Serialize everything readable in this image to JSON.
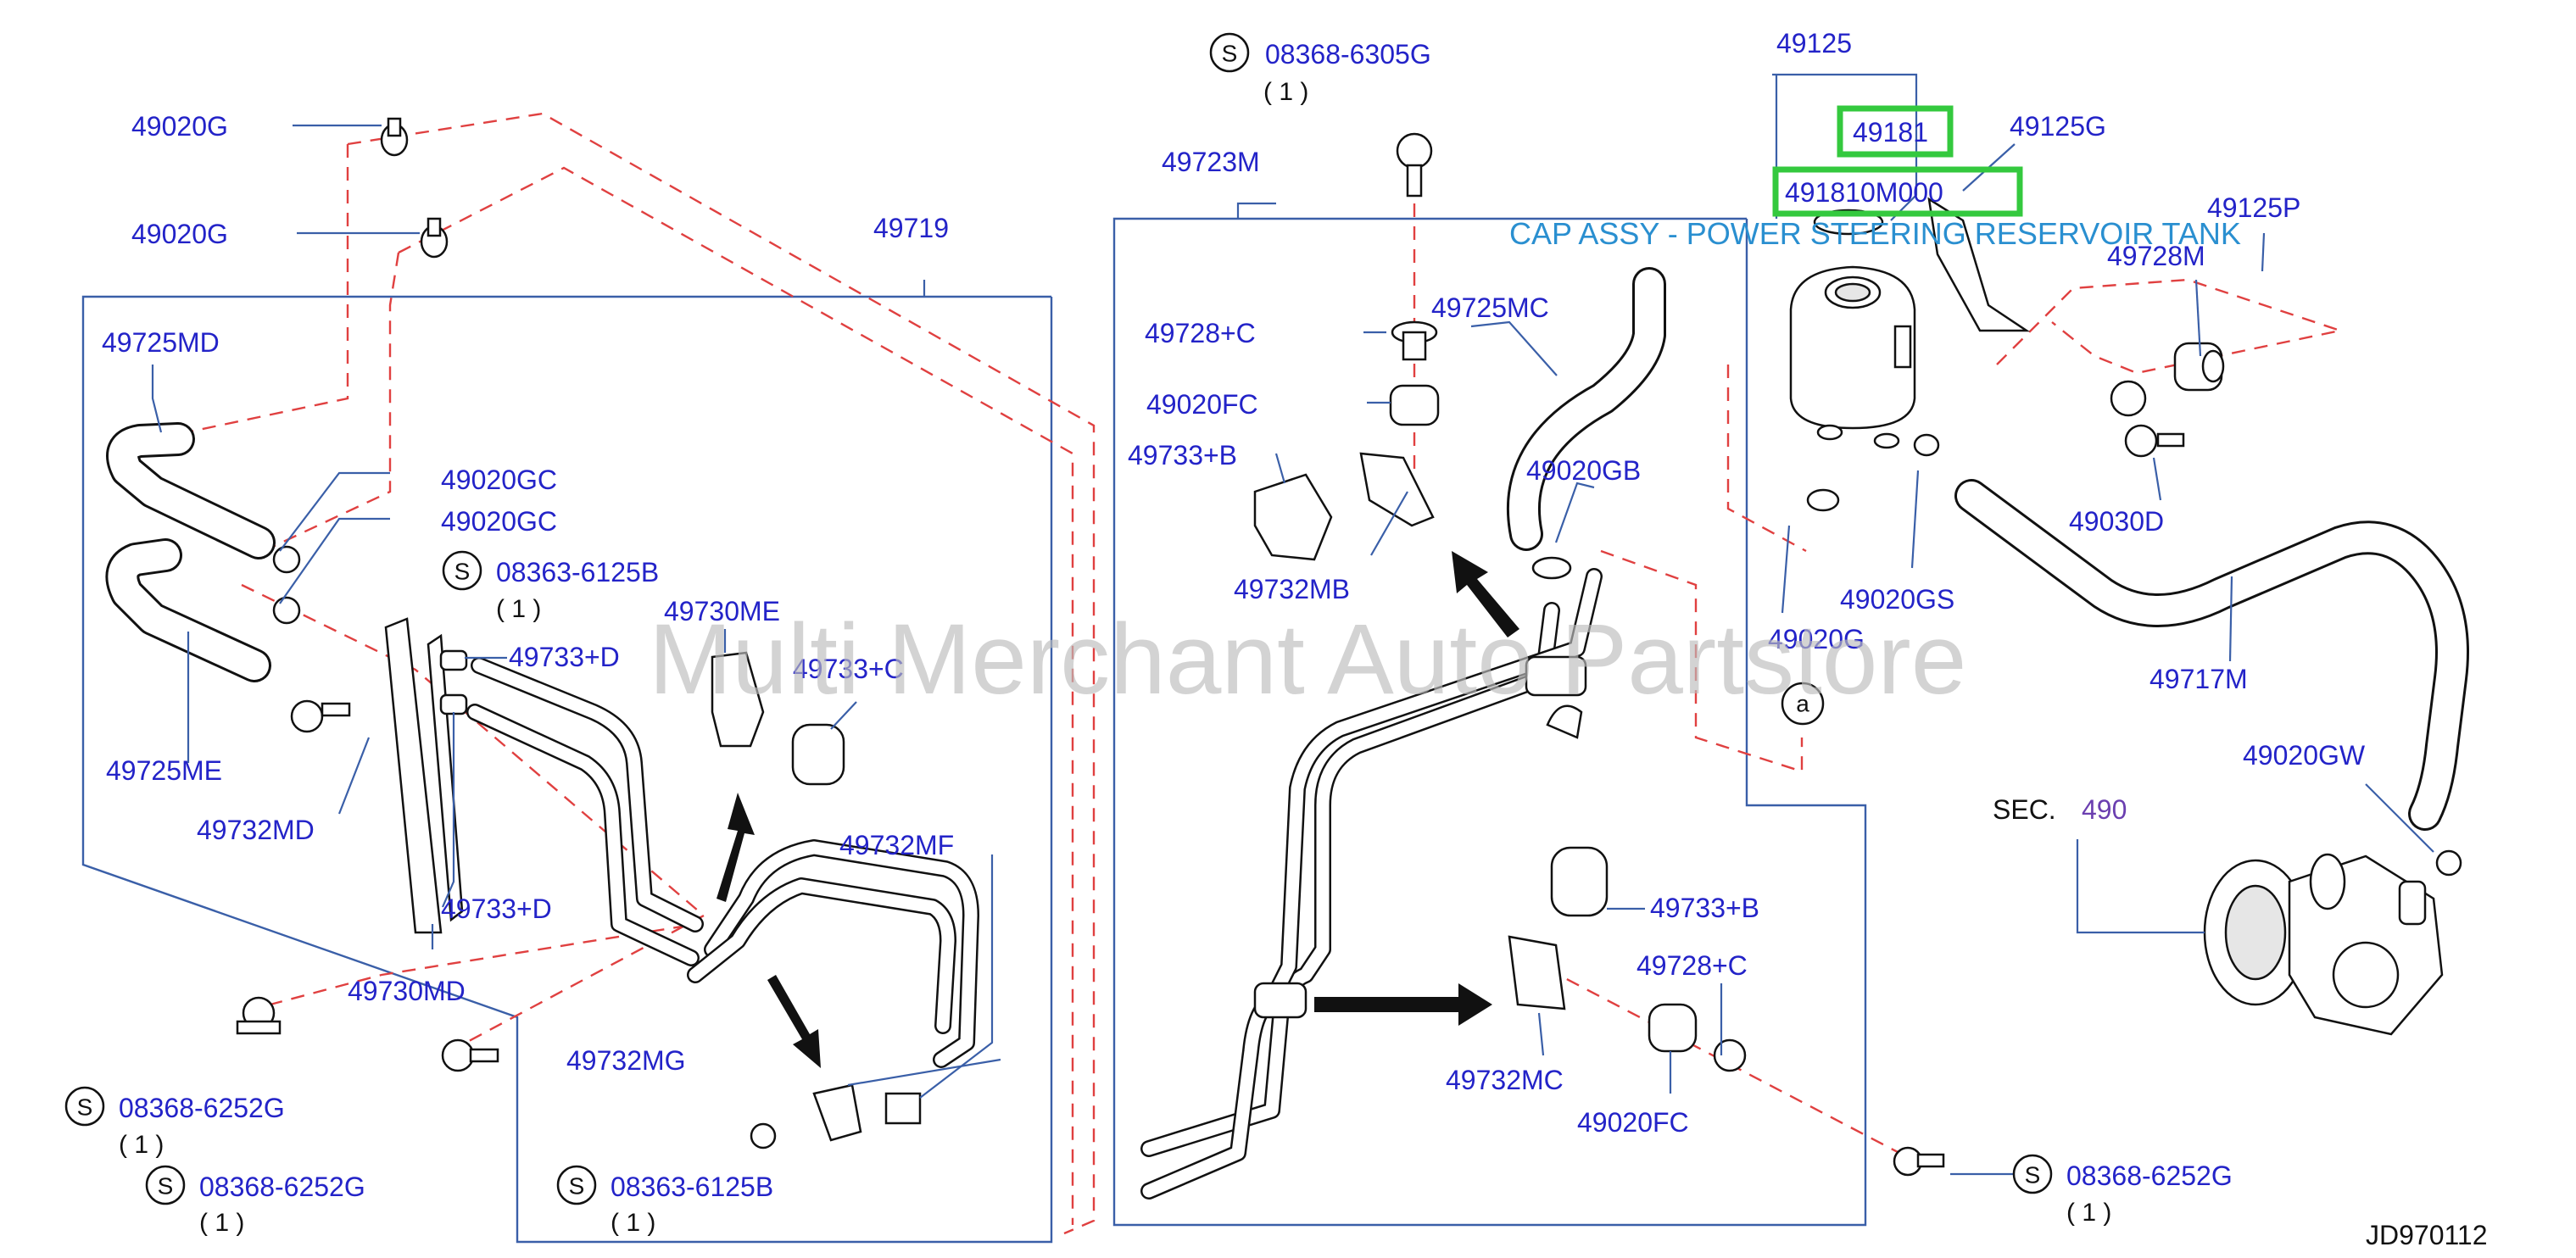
{
  "watermark": "Multi Merchant Auto Partstore",
  "diagram_code": "JD970112",
  "highlight": {
    "title": "CAP ASSY - POWER STEERING RESERVOIR TANK",
    "color": "#34c93e"
  },
  "section_ref": {
    "prefix": "SEC.",
    "number": "490"
  },
  "a_marker": "a",
  "s_symbol": "S",
  "labels": {
    "p49020G_1": "49020G",
    "p49020G_2": "49020G",
    "p49719": "49719",
    "p49725MD": "49725MD",
    "p49020GC_1": "49020GC",
    "p49020GC_2": "49020GC",
    "p49725ME": "49725ME",
    "p49730ME": "49730ME",
    "p49733D_1": "49733+D",
    "p49733C": "49733+C",
    "p49732MD": "49732MD",
    "p49733D_2": "49733+D",
    "p49730MD": "49730MD",
    "p49732MF": "49732MF",
    "p49732MG": "49732MG",
    "p49723M": "49723M",
    "p49728C_1": "49728+C",
    "p49725MC": "49725MC",
    "p49020FC_1": "49020FC",
    "p49733B_1": "49733+B",
    "p49732MB": "49732MB",
    "p49020GB": "49020GB",
    "p49733B_2": "49733+B",
    "p49728C_2": "49728+C",
    "p49732MC": "49732MC",
    "p49020FC_2": "49020FC",
    "p49125": "49125",
    "p49181": "49181",
    "p491810M000": "491810M000",
    "p49125G": "49125G",
    "p49125P": "49125P",
    "p49728M": "49728M",
    "p49030D": "49030D",
    "p49020GS": "49020GS",
    "p49020G_3": "49020G",
    "p49717M": "49717M",
    "p49020GW": "49020GW"
  },
  "service_parts": [
    {
      "code": "08368-6305G",
      "qty": "( 1 )"
    },
    {
      "code": "08363-6125B",
      "qty": "( 1 )"
    },
    {
      "code": "08368-6252G",
      "qty": "( 1 )"
    },
    {
      "code": "08368-6252G",
      "qty": "( 1 )"
    },
    {
      "code": "08363-6125B",
      "qty": "( 1 )"
    },
    {
      "code": "08368-6252G",
      "qty": "( 1 )"
    }
  ]
}
